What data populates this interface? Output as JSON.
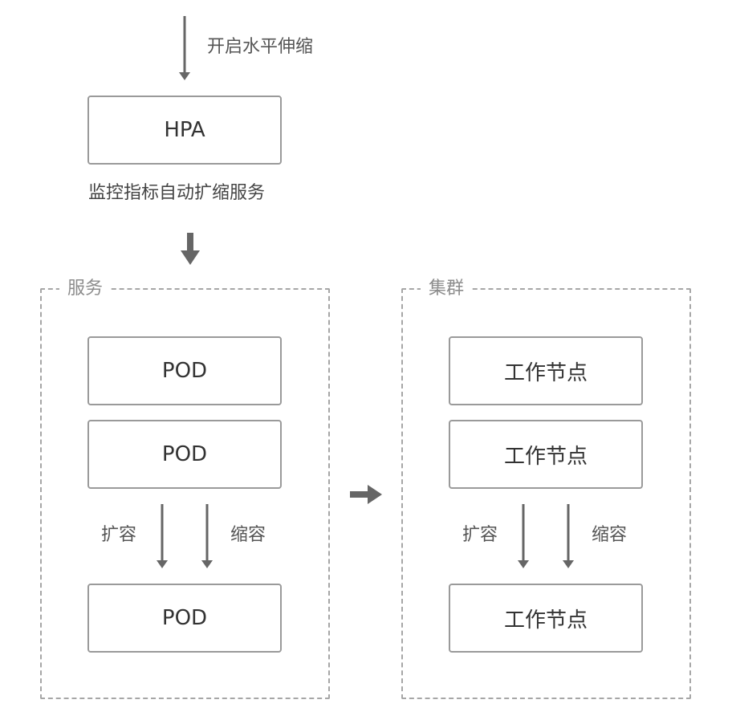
{
  "top": {
    "enable_label": "开启水平伸缩",
    "hpa_label": "HPA",
    "monitor_label": "监控指标自动扩缩服务"
  },
  "service_group": {
    "title": "服务",
    "pods": [
      "POD",
      "POD",
      "POD"
    ],
    "scale_out_label": "扩容",
    "scale_in_label": "缩容"
  },
  "cluster_group": {
    "title": "集群",
    "nodes": [
      "工作节点",
      "工作节点",
      "工作节点"
    ],
    "scale_out_label": "扩容",
    "scale_in_label": "缩容"
  },
  "colors": {
    "arrow": "#666666",
    "box_border": "#9a9a9a",
    "dashed_border": "#a6a6a6"
  }
}
